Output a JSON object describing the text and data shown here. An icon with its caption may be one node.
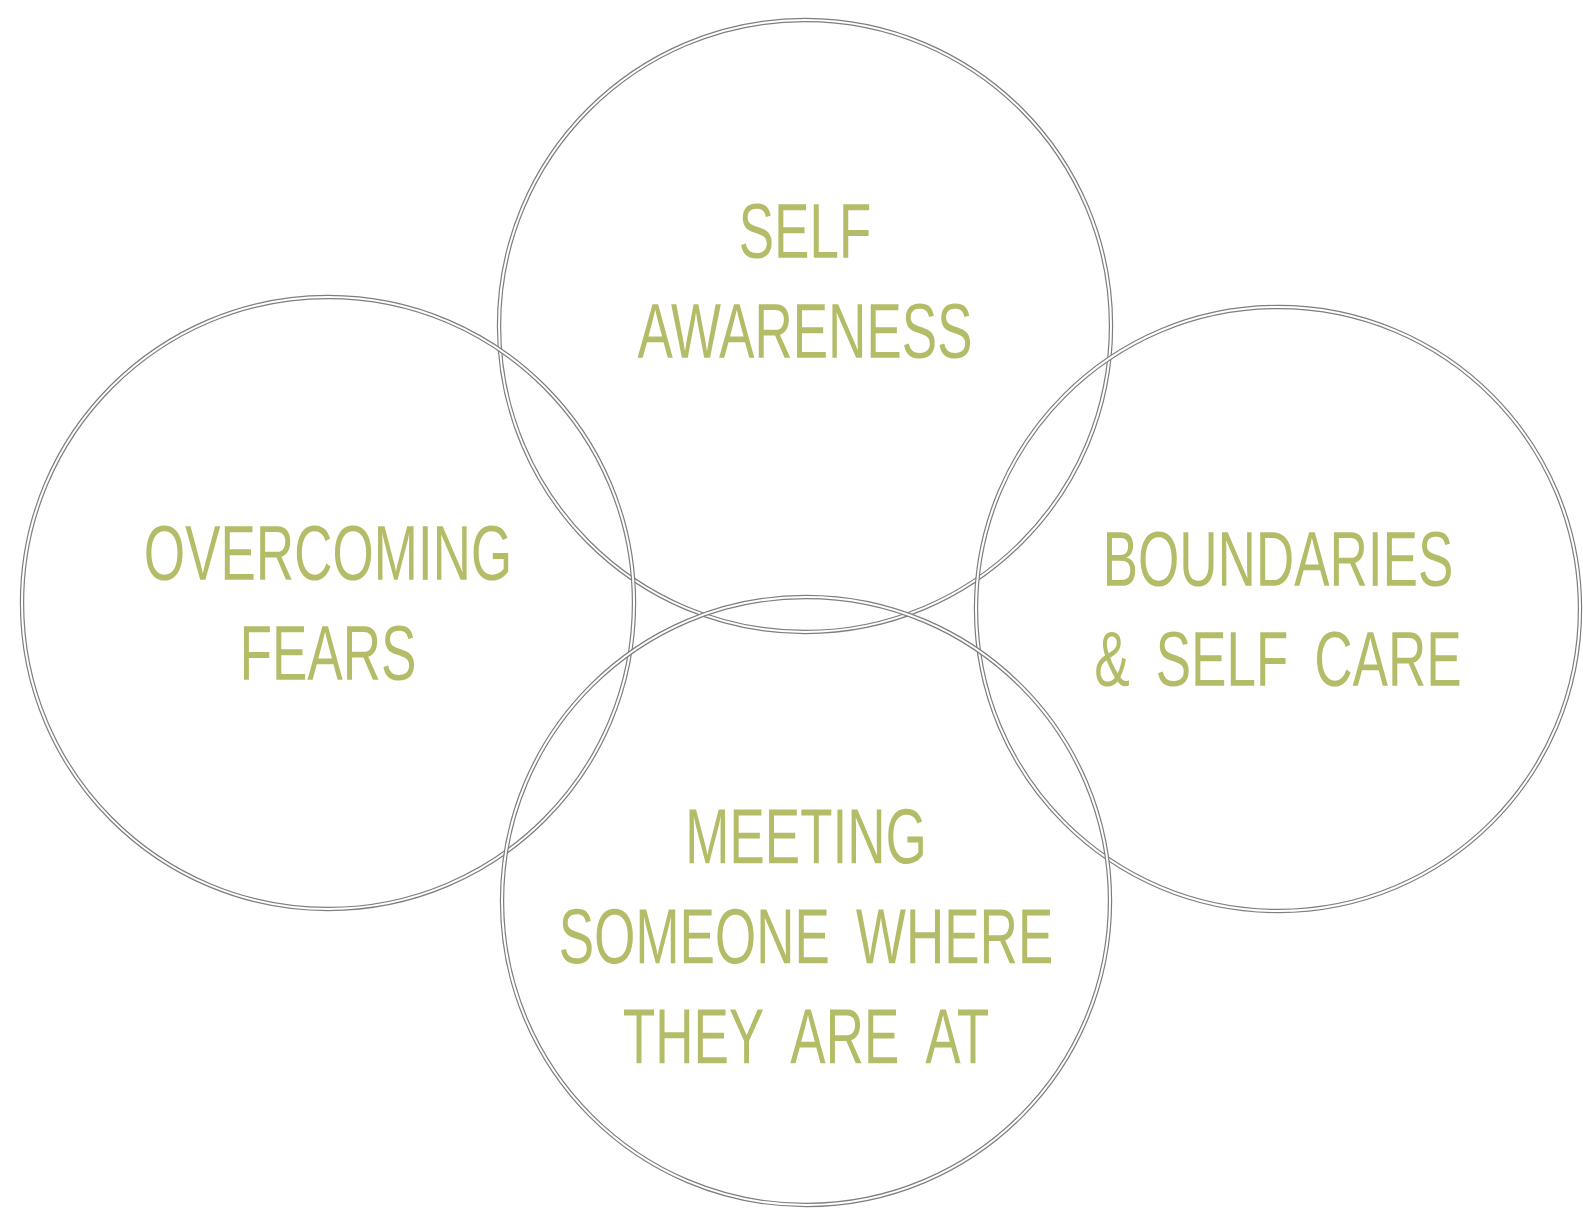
{
  "diagram": {
    "nodes": [
      {
        "text": [
          "SELF AWARENESS"
        ]
      },
      {
        "text": [
          "OVERCOMING FEARS"
        ]
      },
      {
        "text": [
          "BOUNDARIES & SELF CARE"
        ]
      },
      {
        "text": [
          "MEETING SOMEONE WHERE THEY ARE AT"
        ]
      }
    ]
  }
}
